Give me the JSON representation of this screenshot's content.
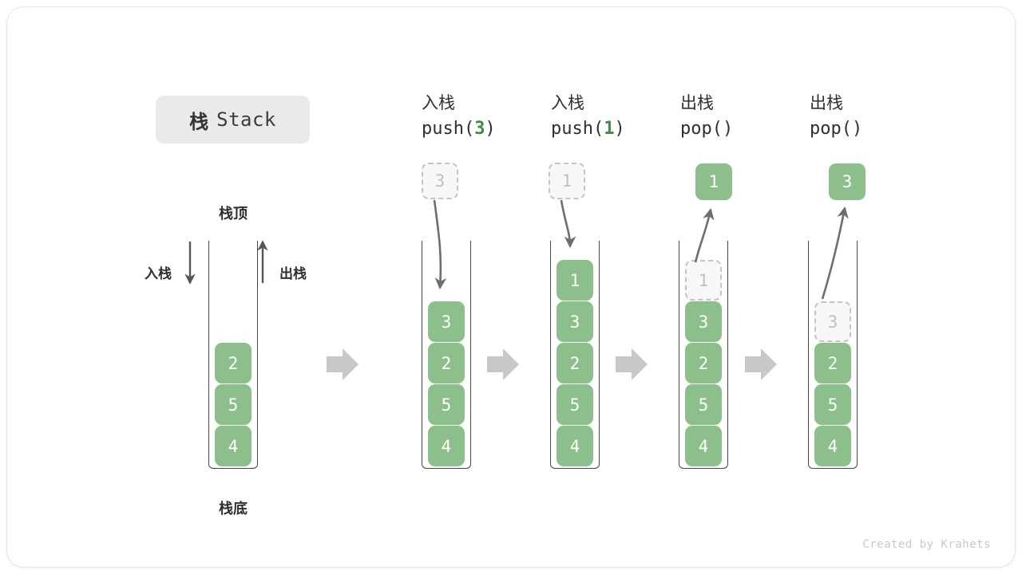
{
  "title": {
    "cn": "栈",
    "en": "Stack"
  },
  "labels": {
    "top": "栈顶",
    "bottom": "栈底",
    "push_side": "入栈",
    "pop_side": "出栈"
  },
  "footer": "Created by Krahets",
  "colors": {
    "cell_fill": "#8cbf8b",
    "cell_text": "#ffffff",
    "ghost_fill": "#f8f8f8",
    "ghost_border": "#c4c4c4",
    "ghost_text": "#c0c0c0",
    "arrow": "#6e6e6e",
    "step_arrow": "#c8c8c8",
    "container_border": "#444444",
    "title_chip_bg": "#eaeaea",
    "accent_green": "#3f8a47"
  },
  "steps": [
    {
      "id": "initial",
      "header_cn": "",
      "header_code_prefix": "",
      "header_code_arg": "",
      "header_code_suffix": "",
      "cells": [
        "2",
        "5",
        "4"
      ],
      "ghost_index": -1,
      "float_value": "",
      "float_kind": "none"
    },
    {
      "id": "push-3",
      "header_cn": "入栈",
      "header_code_prefix": "push(",
      "header_code_arg": "3",
      "header_code_suffix": ")",
      "cells": [
        "3",
        "2",
        "5",
        "4"
      ],
      "ghost_index": -1,
      "float_value": "3",
      "float_kind": "ghost"
    },
    {
      "id": "push-1",
      "header_cn": "入栈",
      "header_code_prefix": "push(",
      "header_code_arg": "1",
      "header_code_suffix": ")",
      "cells": [
        "1",
        "3",
        "2",
        "5",
        "4"
      ],
      "ghost_index": -1,
      "float_value": "1",
      "float_kind": "ghost"
    },
    {
      "id": "pop-1",
      "header_cn": "出栈",
      "header_code_prefix": "pop(",
      "header_code_arg": "",
      "header_code_suffix": ")",
      "cells": [
        "1",
        "3",
        "2",
        "5",
        "4"
      ],
      "ghost_index": 0,
      "float_value": "1",
      "float_kind": "filled"
    },
    {
      "id": "pop-3",
      "header_cn": "出栈",
      "header_code_prefix": "pop(",
      "header_code_arg": "",
      "header_code_suffix": ")",
      "cells": [
        "3",
        "2",
        "5",
        "4"
      ],
      "ghost_index": 0,
      "float_value": "3",
      "float_kind": "filled"
    }
  ]
}
